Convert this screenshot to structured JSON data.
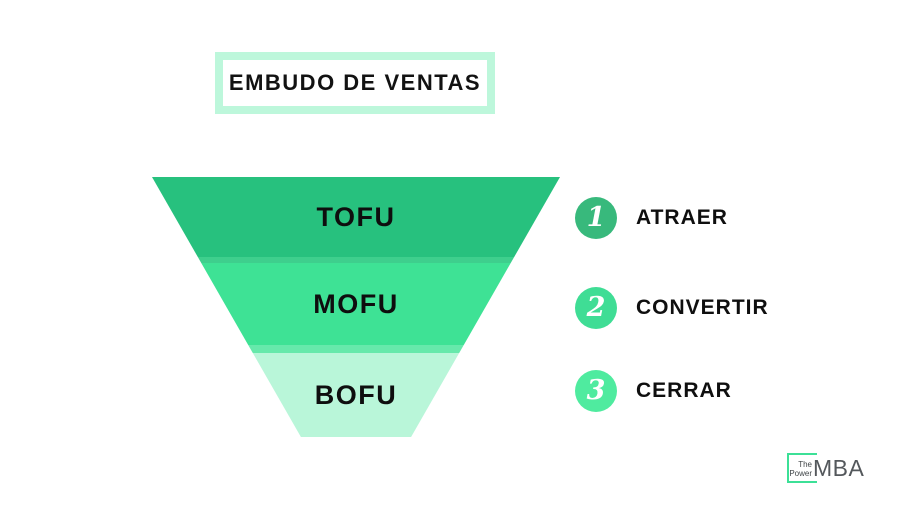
{
  "title": {
    "text": "EMBUDO DE VENTAS"
  },
  "colors": {
    "title_border": "#bdf7db",
    "tofu": "#27c17e",
    "tofu_lip": "#3ecf8d",
    "mofu": "#3ee295",
    "mofu_lip": "#66e9ab",
    "bofu": "#b9f6d9",
    "step1_circle": "#38b97c",
    "step2_circle": "#3fdd95",
    "step3_circle": "#4feb9f",
    "logo_box_border": "#3ce097",
    "label_text": "#0e0e0e"
  },
  "funnel": {
    "sections": [
      {
        "label": "TOFU"
      },
      {
        "label": "MOFU"
      },
      {
        "label": "BOFU"
      }
    ]
  },
  "steps": [
    {
      "number": "1",
      "label": "ATRAER"
    },
    {
      "number": "2",
      "label": "CONVERTIR"
    },
    {
      "number": "3",
      "label": "CERRAR"
    }
  ],
  "logo": {
    "the": "The",
    "power": "Power",
    "mba": "MBA"
  }
}
